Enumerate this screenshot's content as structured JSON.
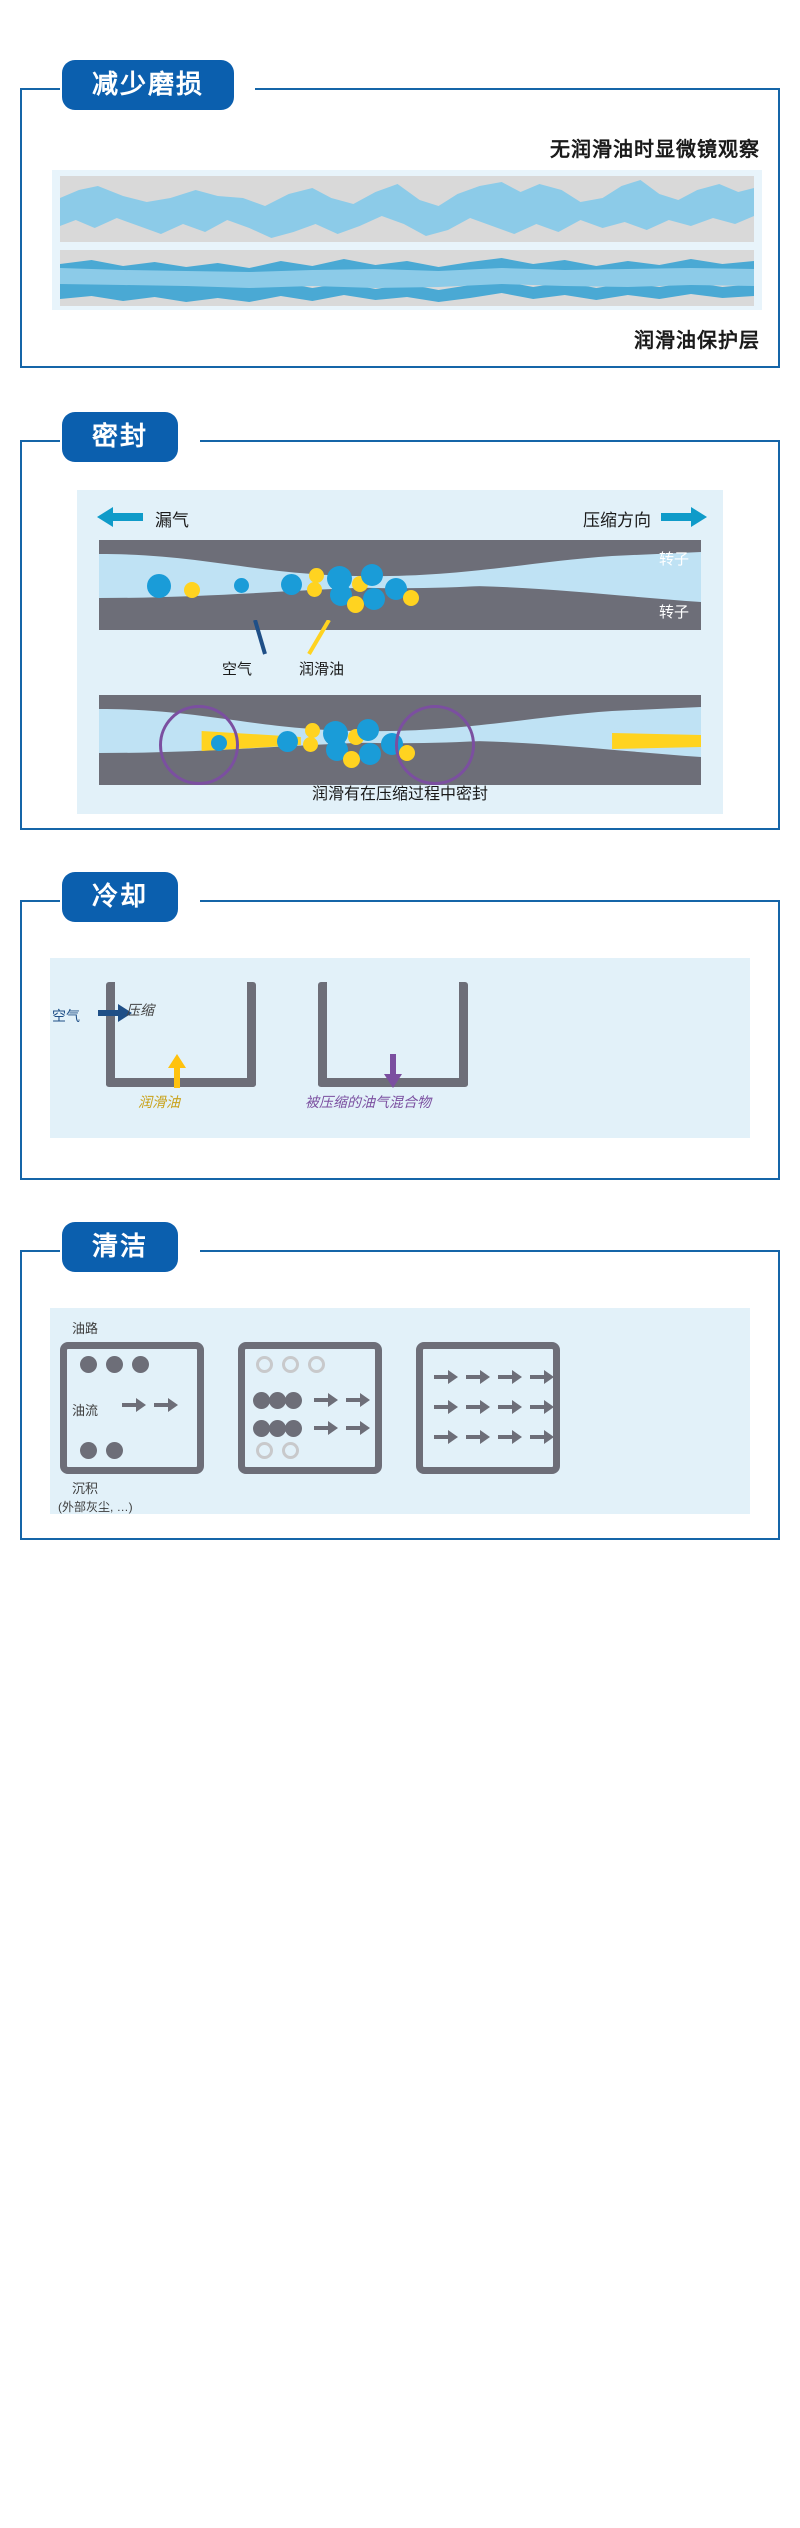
{
  "colors": {
    "brand_blue": "#0b5fae",
    "border_blue": "#1565a8",
    "panel_bg": "#e2f1f9",
    "surface_grey": "#d9d9d9",
    "rotor_grey": "#6d6e78",
    "oil_light": "#8ccbe8",
    "oil_mid": "#4aa9d4",
    "particle_blue": "#1a9cd8",
    "particle_yellow": "#ffd320",
    "highlight_purple": "#7b4fa0",
    "arrow_cyan": "#0f9bc9"
  },
  "cards": [
    {
      "id": "wear",
      "title": "减少磨损",
      "label_top": "无润滑油时显微镜观察",
      "label_bottom": "润滑油保护层"
    },
    {
      "id": "sealing",
      "title": "密封",
      "arrow_left_label": "漏气",
      "arrow_right_label": "压缩方向",
      "rotor_label_top": "转子",
      "rotor_label_bottom": "转子",
      "legend_air": "空气",
      "legend_oil": "润滑油",
      "caption": "润滑有在压缩过程中密封"
    },
    {
      "id": "cooling",
      "title": "冷却",
      "label_air": "空气",
      "label_compression": "压缩",
      "label_oil": "润滑油",
      "label_mixture": "被压缩的油气混合物"
    },
    {
      "id": "cleaning",
      "title": "清洁",
      "label_oilpath": "油路",
      "label_oilflow": "油流",
      "label_deposit": "沉积",
      "label_deposit_sub": "(外部灰尘, …)"
    }
  ]
}
